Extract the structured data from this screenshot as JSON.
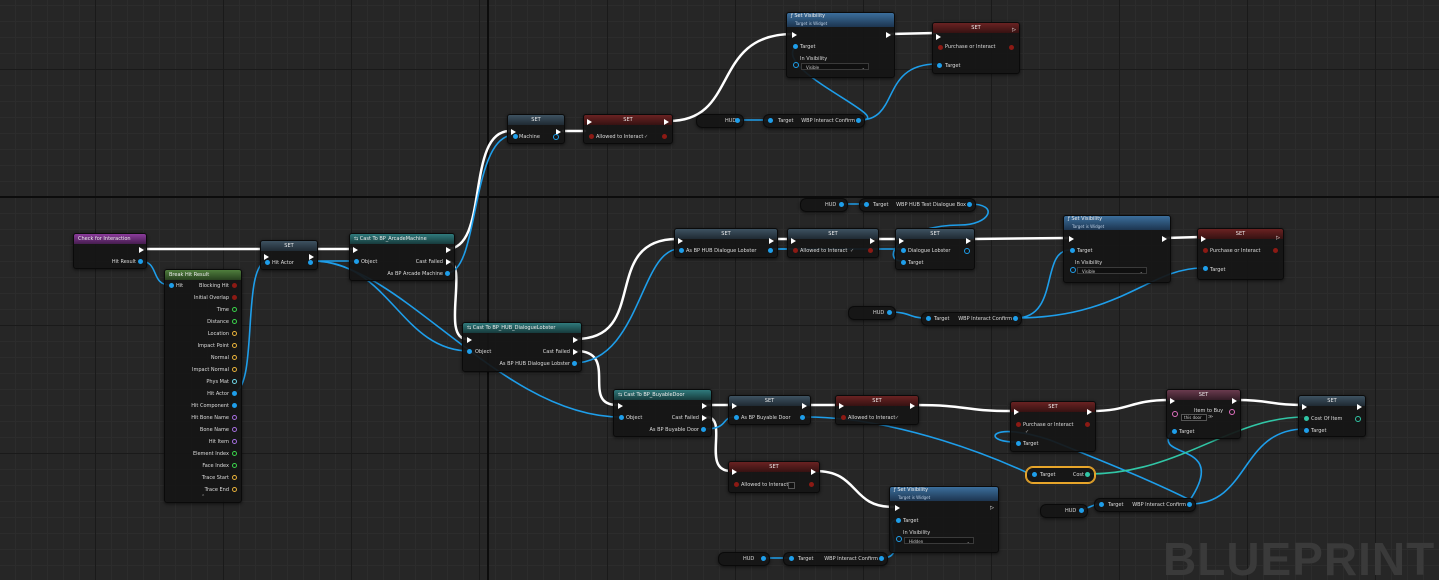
{
  "graph": {
    "watermark": "BLUEPRINT",
    "nodes": {
      "check_for_interaction": {
        "title": "Check for Interaction",
        "hit_result": "Hit Result"
      },
      "break_hit_result": {
        "title": "Break Hit Result",
        "hit": "Hit",
        "outputs": [
          "Blocking Hit",
          "Initial Overlap",
          "Time",
          "Distance",
          "Location",
          "Impact Point",
          "Normal",
          "Impact Normal",
          "Phys Mat",
          "Hit Actor",
          "Hit Component",
          "Hit Bone Name",
          "Bone Name",
          "Hit Item",
          "Element Index",
          "Face Index",
          "Trace Start",
          "Trace End"
        ]
      },
      "set_hit_actor": {
        "title": "SET",
        "pin": "Hit Actor"
      },
      "cast_arcade": {
        "title": "Cast To BP_ArcadeMachine",
        "object": "Object",
        "cast_failed": "Cast Failed",
        "as": "As BP Arcade Machine"
      },
      "set_machine": {
        "title": "SET",
        "pin": "Machine"
      },
      "set_allowed_1": {
        "title": "SET",
        "pin": "Allowed to Interact"
      },
      "hud_1": {
        "label": "HUD"
      },
      "wbp_confirm_1": {
        "target": "Target",
        "label": "WBP Interact Confirm"
      },
      "set_vis_1": {
        "title": "Set Visibility",
        "subtitle": "Target is Widget",
        "target": "Target",
        "in_vis": "In Visibility",
        "value": "Visible"
      },
      "set_purchase_1": {
        "title": "SET",
        "pin": "Purchase or Interact",
        "target": "Target"
      },
      "cast_dialogue": {
        "title": "Cast To BP_HUB_DialogueLobster",
        "object": "Object",
        "cast_failed": "Cast Failed",
        "as": "As BP HUB Dialogue Lobster"
      },
      "set_lobster": {
        "title": "SET",
        "pin": "As BP HUB Dialogue Lobster"
      },
      "set_allowed_2": {
        "title": "SET",
        "pin": "Allowed to Interact"
      },
      "set_dialogue_lobster": {
        "title": "SET",
        "pin": "Dialogue Lobster",
        "target": "Target"
      },
      "hud_2": {
        "label": "HUD"
      },
      "wbp_dialogue_box": {
        "target": "Target",
        "label": "WBP HUB Test Dialogue Box"
      },
      "set_vis_2": {
        "title": "Set Visibility",
        "subtitle": "Target is Widget",
        "target": "Target",
        "in_vis": "In Visibility",
        "value": "Visible"
      },
      "set_purchase_2": {
        "title": "SET",
        "pin": "Purchase or Interact",
        "target": "Target"
      },
      "hud_3": {
        "label": "HUD"
      },
      "wbp_confirm_2": {
        "target": "Target",
        "label": "WBP Interact Confirm"
      },
      "cast_door": {
        "title": "Cast To BP_BuyableDoor",
        "object": "Object",
        "cast_failed": "Cast Failed",
        "as": "As BP Buyable Door"
      },
      "set_door": {
        "title": "SET",
        "pin": "As BP Buyable Door"
      },
      "set_allowed_3": {
        "title": "SET",
        "pin": "Allowed to Interact"
      },
      "set_purchase_3": {
        "title": "SET",
        "pin": "Purchase or Interact",
        "target": "Target"
      },
      "set_item": {
        "title": "SET",
        "pin": "Item to Buy",
        "value": "this door",
        "target": "Target"
      },
      "set_cost": {
        "title": "SET",
        "pin": "Cost Of Item",
        "target": "Target"
      },
      "get_cost": {
        "target": "Target",
        "label": "Cost"
      },
      "hud_4": {
        "label": "HUD"
      },
      "wbp_confirm_3": {
        "target": "Target",
        "label": "WBP Interact Confirm"
      },
      "set_allowed_4": {
        "title": "SET",
        "pin": "Allowed to Interact"
      },
      "set_vis_3": {
        "title": "Set Visibility",
        "subtitle": "Target is Widget",
        "target": "Target",
        "in_vis": "In Visibility",
        "value": "Hidden"
      },
      "hud_5": {
        "label": "HUD"
      },
      "wbp_confirm_4": {
        "target": "Target",
        "label": "WBP Interact Confirm"
      }
    }
  },
  "colors": {
    "exec": "#ffffff",
    "object": "#1e9eea",
    "bool": "#8c1a14",
    "int": "#31c6a6",
    "selected": "#e7a52a"
  }
}
